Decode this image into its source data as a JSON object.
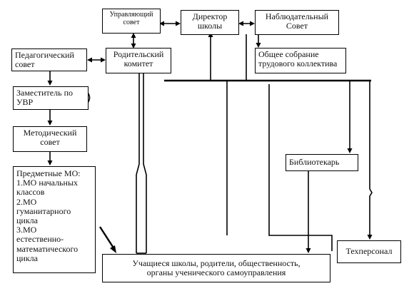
{
  "nodes": {
    "governing_council": [
      "Управляющий",
      "совет"
    ],
    "director": [
      "Директор",
      "школы"
    ],
    "supervisory_council": [
      "Наблюдательный",
      "Совет"
    ],
    "pedagogical_council": [
      "Педагогический",
      "совет"
    ],
    "parent_committee": [
      "Родительский",
      "комитет"
    ],
    "general_meeting": [
      "Общее собрание",
      "трудового коллектива"
    ],
    "deputy_director": [
      "Заместитель по",
      "УВР"
    ],
    "methodical_council": [
      "Методический",
      "совет"
    ],
    "subject_mo": [
      "Предметные МО:",
      "1.МО начальных",
      "классов",
      "2.МО",
      "гуманитарного",
      "цикла",
      "3.МО",
      "естественно-",
      "математического",
      "цикла"
    ],
    "librarian": [
      "Библиотекарь"
    ],
    "technical_staff": [
      "Техперсонал"
    ],
    "students": [
      "Учащиеся школы, родители, общественность,",
      "органы ученического самоуправления"
    ]
  }
}
